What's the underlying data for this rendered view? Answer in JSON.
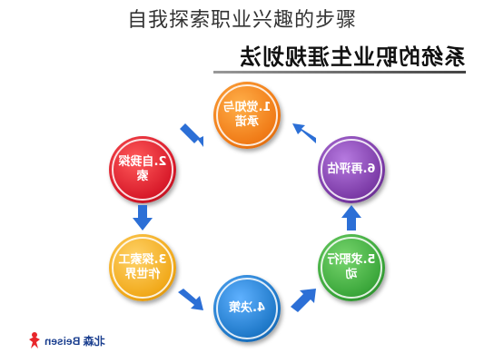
{
  "page_title": "自我探索职业兴趣的步骤",
  "slide": {
    "header": "系统的职业生涯规划法",
    "nodes": [
      {
        "id": "n1",
        "label": "1.觉知与承诺",
        "color": "#f07a16"
      },
      {
        "id": "n2",
        "label": "2.自我探索",
        "color": "#d81a2a"
      },
      {
        "id": "n3",
        "label": "3.探索工作世界",
        "color": "#f1a91a"
      },
      {
        "id": "n4",
        "label": "4.决策",
        "color": "#1e78c8"
      },
      {
        "id": "n5",
        "label": "5.求职行动",
        "color": "#3aa63a"
      },
      {
        "id": "n6",
        "label": "6.再评估",
        "color": "#7b3aa6"
      }
    ],
    "arrow_color": "#2c6fd6",
    "logo_text": "北森 Beisen"
  }
}
